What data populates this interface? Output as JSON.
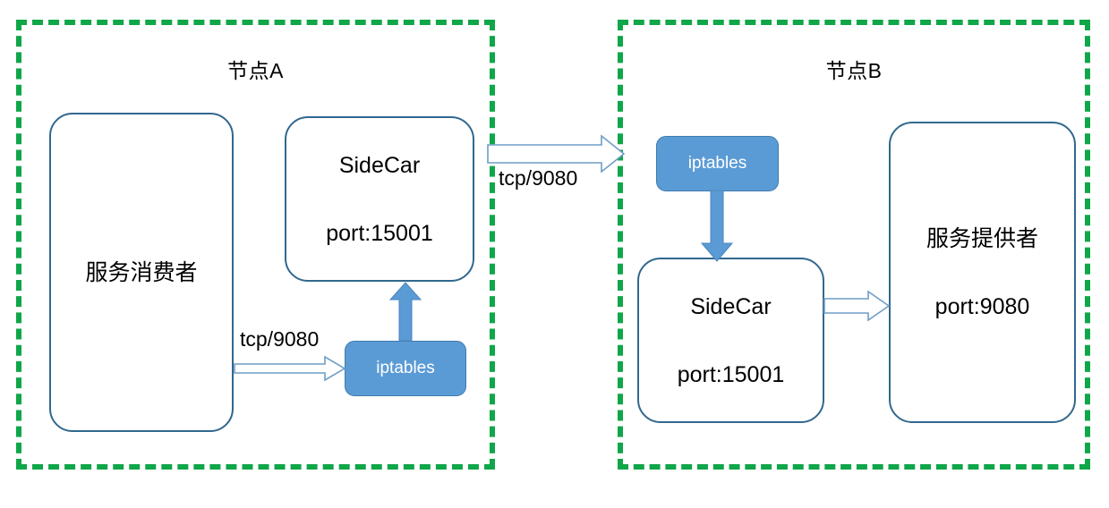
{
  "diagram": {
    "title_a": "节点A",
    "title_b": "节点B",
    "accent_green": "#10a64a",
    "accent_blue_fill": "#5b9bd5",
    "outline_blue": "#31688e",
    "arrow_outline_blue": "#6f9dc6"
  },
  "node_a": {
    "title": "节点A",
    "consumer": {
      "label": "服务消费者"
    },
    "sidecar": {
      "name": "SideCar",
      "port": "port:15001"
    },
    "iptables": {
      "label": "iptables"
    },
    "edge_consumer_to_iptables": {
      "label": "tcp/9080"
    }
  },
  "node_b": {
    "title": "节点B",
    "iptables": {
      "label": "iptables"
    },
    "sidecar": {
      "name": "SideCar",
      "port": "port:15001"
    },
    "provider": {
      "label": "服务提供者",
      "port": "port:9080"
    }
  },
  "cross_edge": {
    "label": "tcp/9080"
  }
}
